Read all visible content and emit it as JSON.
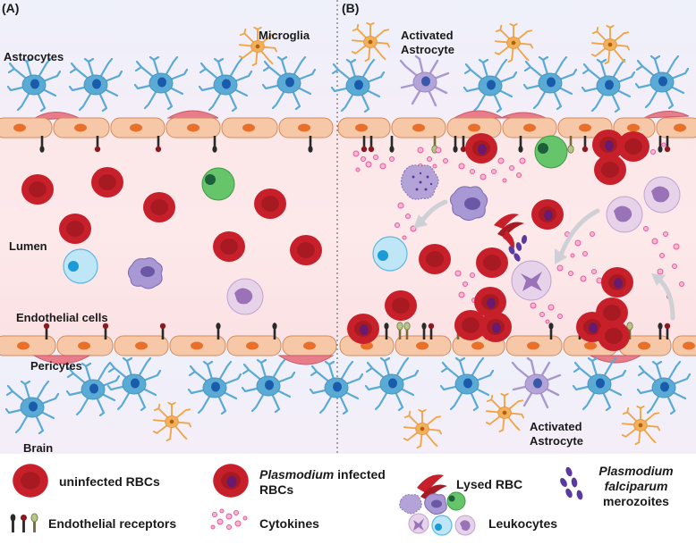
{
  "panels": {
    "a": "(A)",
    "b": "(B)"
  },
  "labels": {
    "astrocytes": "Astrocytes",
    "microglia": "Microglia",
    "activated_astrocyte_top_1": "Activated",
    "activated_astrocyte_top_2": "Astrocyte",
    "lumen": "Lumen",
    "endothelial_cells": "Endothelial cells",
    "pericytes": "Pericytes",
    "brain": "Brain",
    "activated_astrocyte_bottom_1": "Activated",
    "activated_astrocyte_bottom_2": "Astrocyte"
  },
  "legend": {
    "uninfected": "uninfected RBCs",
    "infected_italic": "Plasmodium",
    "infected_rest": " infected",
    "infected_line2": "RBCs",
    "lysed": "Lysed RBC",
    "merozoites_1": "Plasmodium",
    "merozoites_2": "falciparum",
    "merozoites_3": "merozoites",
    "receptors": "Endothelial receptors",
    "cytokines": "Cytokines",
    "leukocytes": "Leukocytes"
  },
  "colors": {
    "rbc": "#c8202a",
    "rbc_center": "#9e1820",
    "parasite": "#6a1a6e",
    "astrocyte": "#5aaad6",
    "astrocyte_nucleus": "#1a5cab",
    "activated_astrocyte": "#b3a3d6",
    "microglia": "#f3b05a",
    "endothelial": "#f7c8a8",
    "endothelial_nucleus": "#e8702a",
    "pericyte": "#e77d8a",
    "lumen": "#fbe3e5",
    "cytokine": "#e85aa0",
    "leukocyte_green": "#66c46a",
    "leukocyte_blue": "#7fd0f0",
    "leukocyte_purple": "#b7a0d9",
    "merozoite": "#5a3a9e"
  }
}
